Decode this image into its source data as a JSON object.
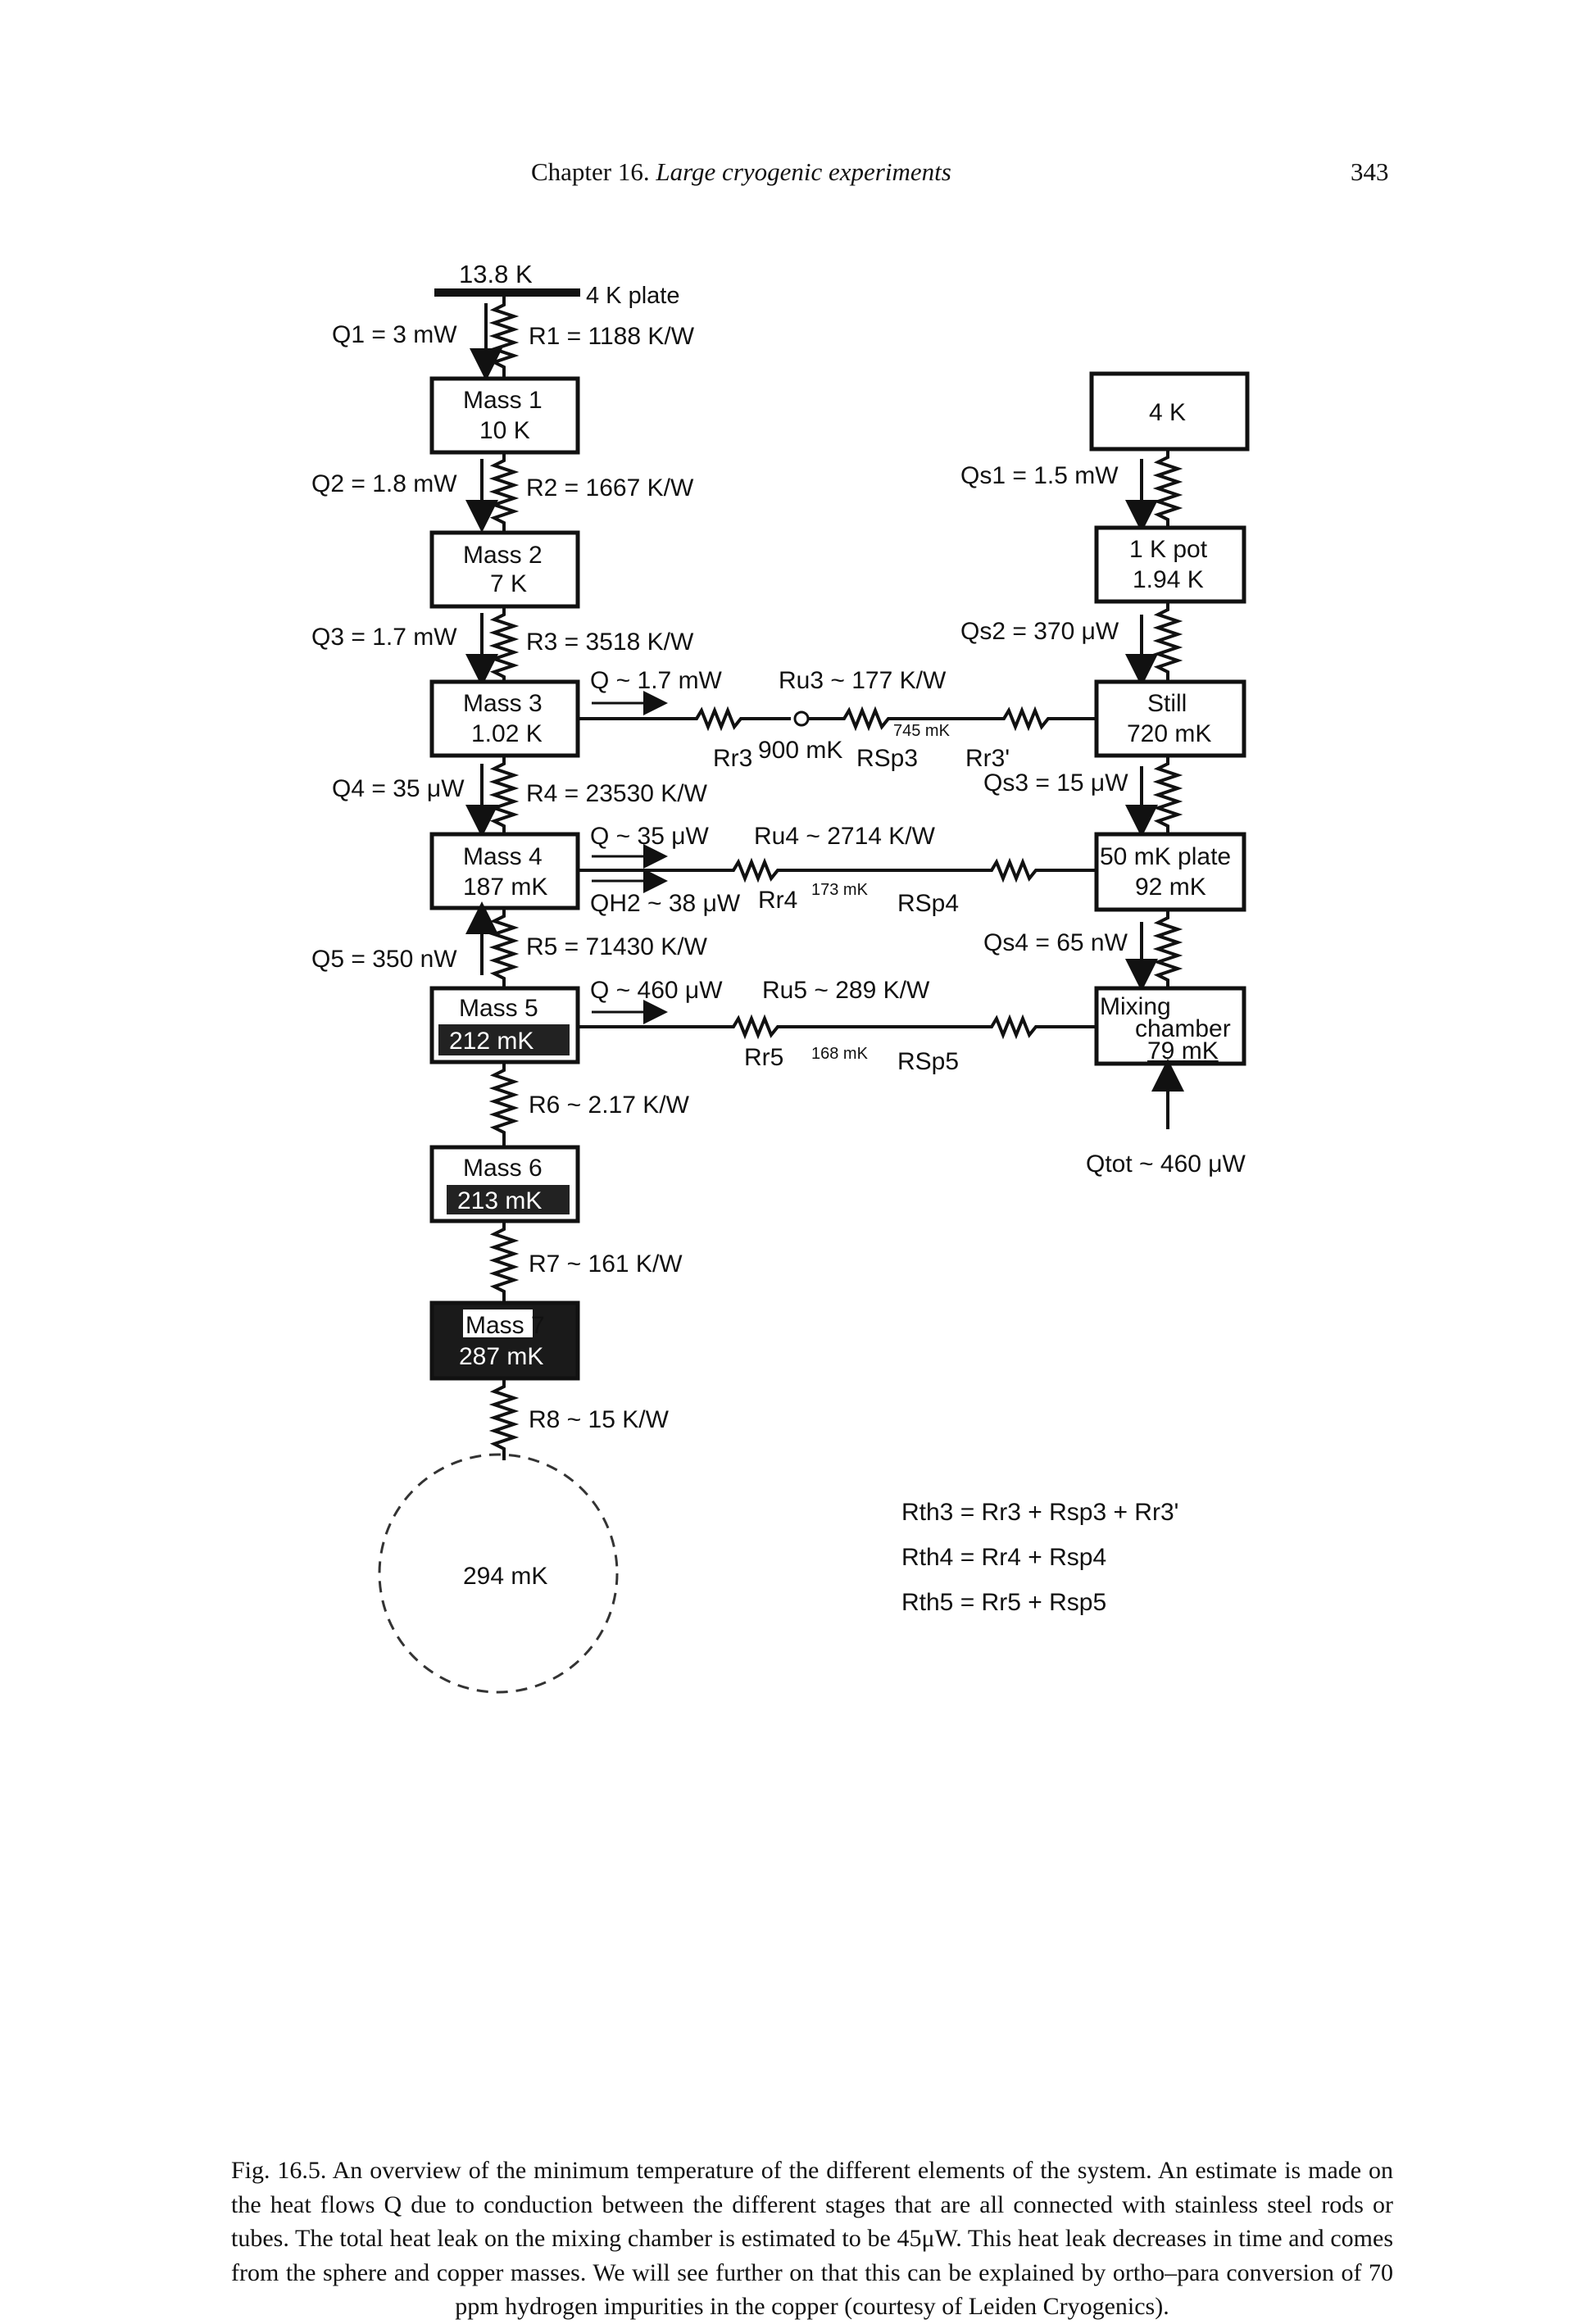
{
  "header": {
    "chapter": "Chapter 16.",
    "chapter_title": "Large cryogenic experiments",
    "page_number": "343"
  },
  "figure": {
    "plate_temp": "13.8 K",
    "plate_label": "4 K plate",
    "left_column": {
      "q1": "Q1 = 3 mW",
      "r1": "R1 = 1188 K/W",
      "mass1": {
        "name": "Mass 1",
        "temp": "10 K"
      },
      "q2": "Q2 = 1.8 mW",
      "r2": "R2 = 1667 K/W",
      "mass2": {
        "name": "Mass 2",
        "temp": "7 K"
      },
      "q3": "Q3 = 1.7 mW",
      "r3": "R3 = 3518 K/W",
      "mass3": {
        "name": "Mass 3",
        "temp": "1.02 K"
      },
      "q4": "Q4 = 35 μW",
      "r4": "R4 = 23530 K/W",
      "mass4": {
        "name": "Mass 4",
        "temp": "187 mK"
      },
      "q5": "Q5 = 350 nW",
      "r5": "R5 = 71430 K/W",
      "mass5": {
        "name": "Mass 5",
        "temp": "212 mK"
      },
      "r6": "R6 ~ 2.17 K/W",
      "mass6": {
        "name": "Mass 6",
        "temp": "213 mK"
      },
      "r7": "R7 ~ 161 K/W",
      "mass7": {
        "name": "Mass 7",
        "temp": "287 mK"
      },
      "r8": "R8 ~ 15 K/W",
      "sphere_temp": "294 mK"
    },
    "right_column": {
      "box_4k": "4 K",
      "qs1": "Qs1 = 1.5 mW",
      "pot": {
        "name": "1 K pot",
        "temp": "1.94 K"
      },
      "qs2": "Qs2 = 370 μW",
      "still": {
        "name": "Still",
        "temp": "720 mK"
      },
      "qs3": "Qs3 = 15 μW",
      "plate50": {
        "name": "50 mK plate",
        "temp": "92 mK"
      },
      "qs4": "Qs4 = 65 nW",
      "mixing": {
        "line1": "Mixing",
        "line2": "chamber",
        "temp": "79 mK"
      },
      "qtot": "Qtot ~ 460 μW"
    },
    "links": {
      "link3": {
        "q": "Q ~ 1.7 mW",
        "ru": "Ru3 ~ 177 K/W",
        "mid_temp": "745 mK",
        "rr": "Rr3",
        "node_temp": "900 mK",
        "rsp": "RSp3",
        "rr_prime": "Rr3'"
      },
      "link4": {
        "q": "Q ~ 35 μW",
        "ru": "Ru4 ~ 2714 K/W",
        "qh2": "QH2 ~ 38 μW",
        "rr": "Rr4",
        "mid_temp": "173 mK",
        "rsp": "RSp4"
      },
      "link5": {
        "q": "Q ~ 460 μW",
        "ru": "Ru5 ~ 289 K/W",
        "rr": "Rr5",
        "mid_temp": "168 mK",
        "rsp": "RSp5"
      }
    },
    "equations": [
      "Rth3 = Rr3 + Rsp3 + Rr3'",
      "Rth4 = Rr4 + Rsp4",
      "Rth5 = Rr5 + Rsp5"
    ]
  },
  "caption": {
    "label": "Fig. 16.5.",
    "text": "An overview of the minimum temperature of the different elements of the system. An estimate is made on the heat flows Q due to conduction between the different stages that are all connected with stainless steel rods or tubes. The total heat leak on the mixing chamber is estimated to be 45μW. This heat leak decreases in time and comes from the sphere and copper masses. We will see further on that this can be explained by ortho–para conversion of 70 ppm hydrogen impurities in the copper (courtesy of Leiden Cryogenics)."
  }
}
